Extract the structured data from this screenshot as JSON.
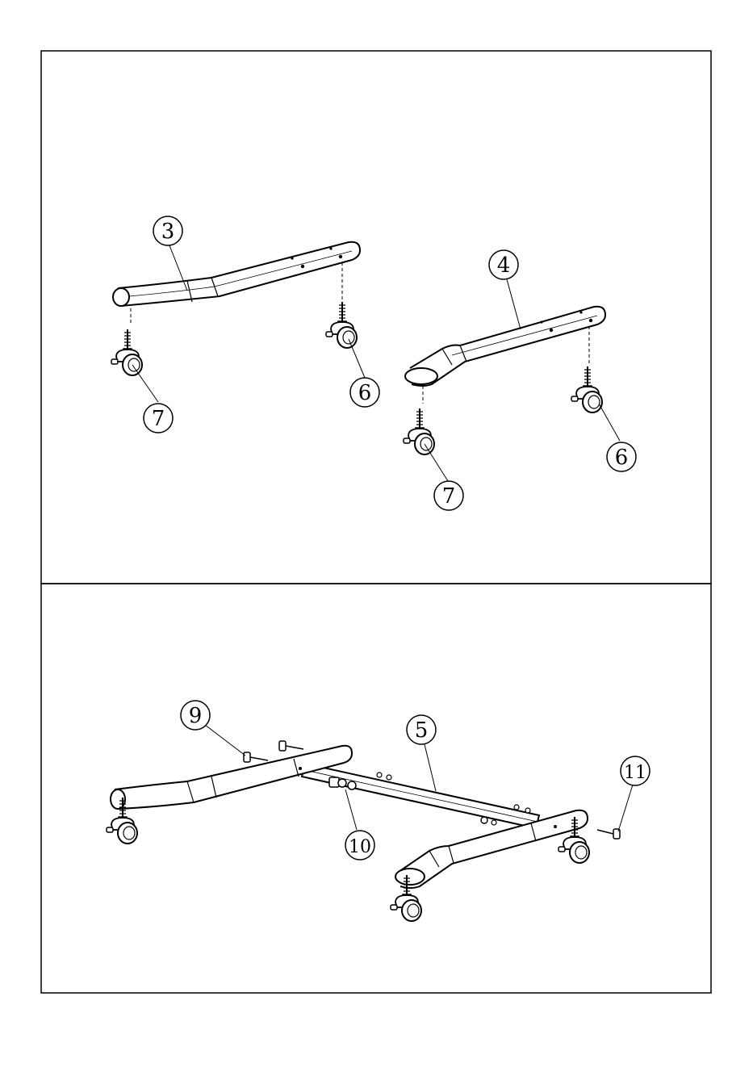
{
  "panels": [
    {
      "parts": [
        {
          "label": "3",
          "name": "left-leg"
        },
        {
          "label": "4",
          "name": "right-leg"
        },
        {
          "label": "6",
          "name": "rear-caster"
        },
        {
          "label": "7",
          "name": "front-caster"
        }
      ]
    },
    {
      "parts": [
        {
          "label": "9",
          "name": "long-bolt"
        },
        {
          "label": "5",
          "name": "cross-bar"
        },
        {
          "label": "10",
          "name": "nut"
        },
        {
          "label": "11",
          "name": "short-bolt"
        }
      ]
    }
  ],
  "colors": {
    "line": "#000000",
    "background": "#ffffff"
  }
}
